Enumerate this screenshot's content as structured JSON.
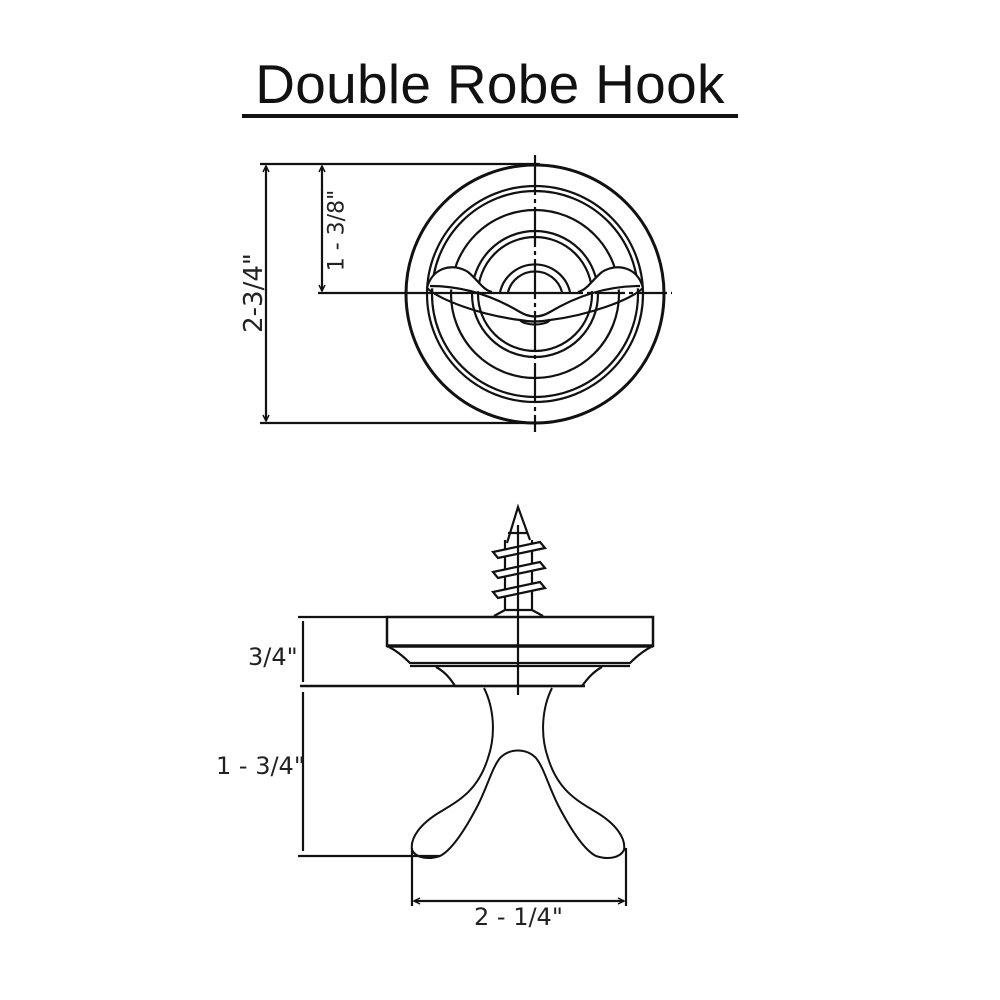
{
  "title": "Double Robe Hook",
  "top_view": {
    "dimensions": {
      "overall_height": "2-3/4\"",
      "center_height": "1 - 3/8\""
    }
  },
  "side_view": {
    "dimensions": {
      "base_depth": "3/4\"",
      "hook_depth": "1 - 3/4\"",
      "hook_width": "2 - 1/4\""
    }
  },
  "colors": {
    "line": "#111111",
    "background": "#ffffff"
  }
}
